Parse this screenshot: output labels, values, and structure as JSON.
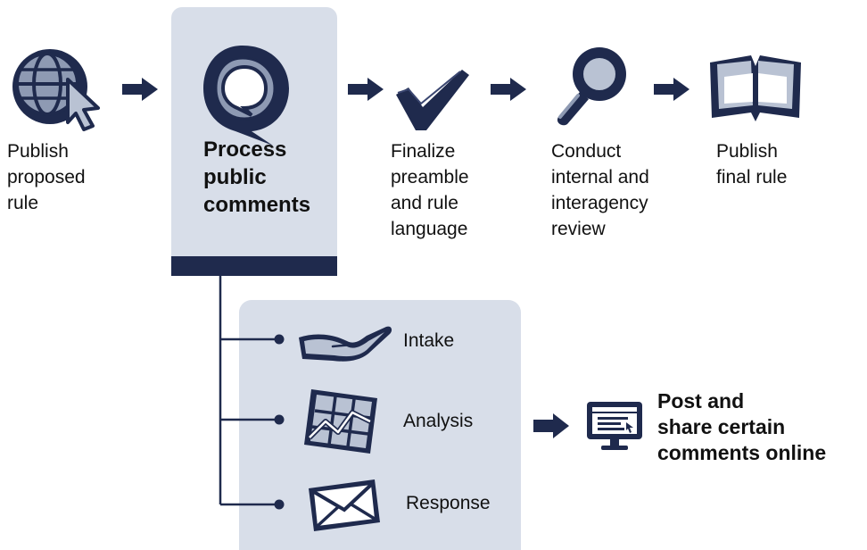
{
  "steps": [
    {
      "icon": "globe-cursor-icon",
      "label": "Publish\nproposed\nrule"
    },
    {
      "icon": "speech-bubble-icon",
      "label": "Process\npublic\ncomments"
    },
    {
      "icon": "checkmark-icon",
      "label": "Finalize\npreamble\nand rule\nlanguage"
    },
    {
      "icon": "magnifying-glass-icon",
      "label": "Conduct\ninternal and\ninteragency\nreview"
    },
    {
      "icon": "open-book-icon",
      "label": "Publish\nfinal rule"
    }
  ],
  "substeps": [
    {
      "icon": "open-hand-icon",
      "label": "Intake"
    },
    {
      "icon": "grid-chart-icon",
      "label": "Analysis"
    },
    {
      "icon": "envelope-icon",
      "label": "Response"
    }
  ],
  "post": {
    "icon": "computer-monitor-icon",
    "label": "Post and\nshare certain\ncomments online"
  },
  "colors": {
    "navy": "#1f2a4d",
    "highlight_panel": "#d8dee9",
    "icon_gray": "#b9c2d3"
  }
}
